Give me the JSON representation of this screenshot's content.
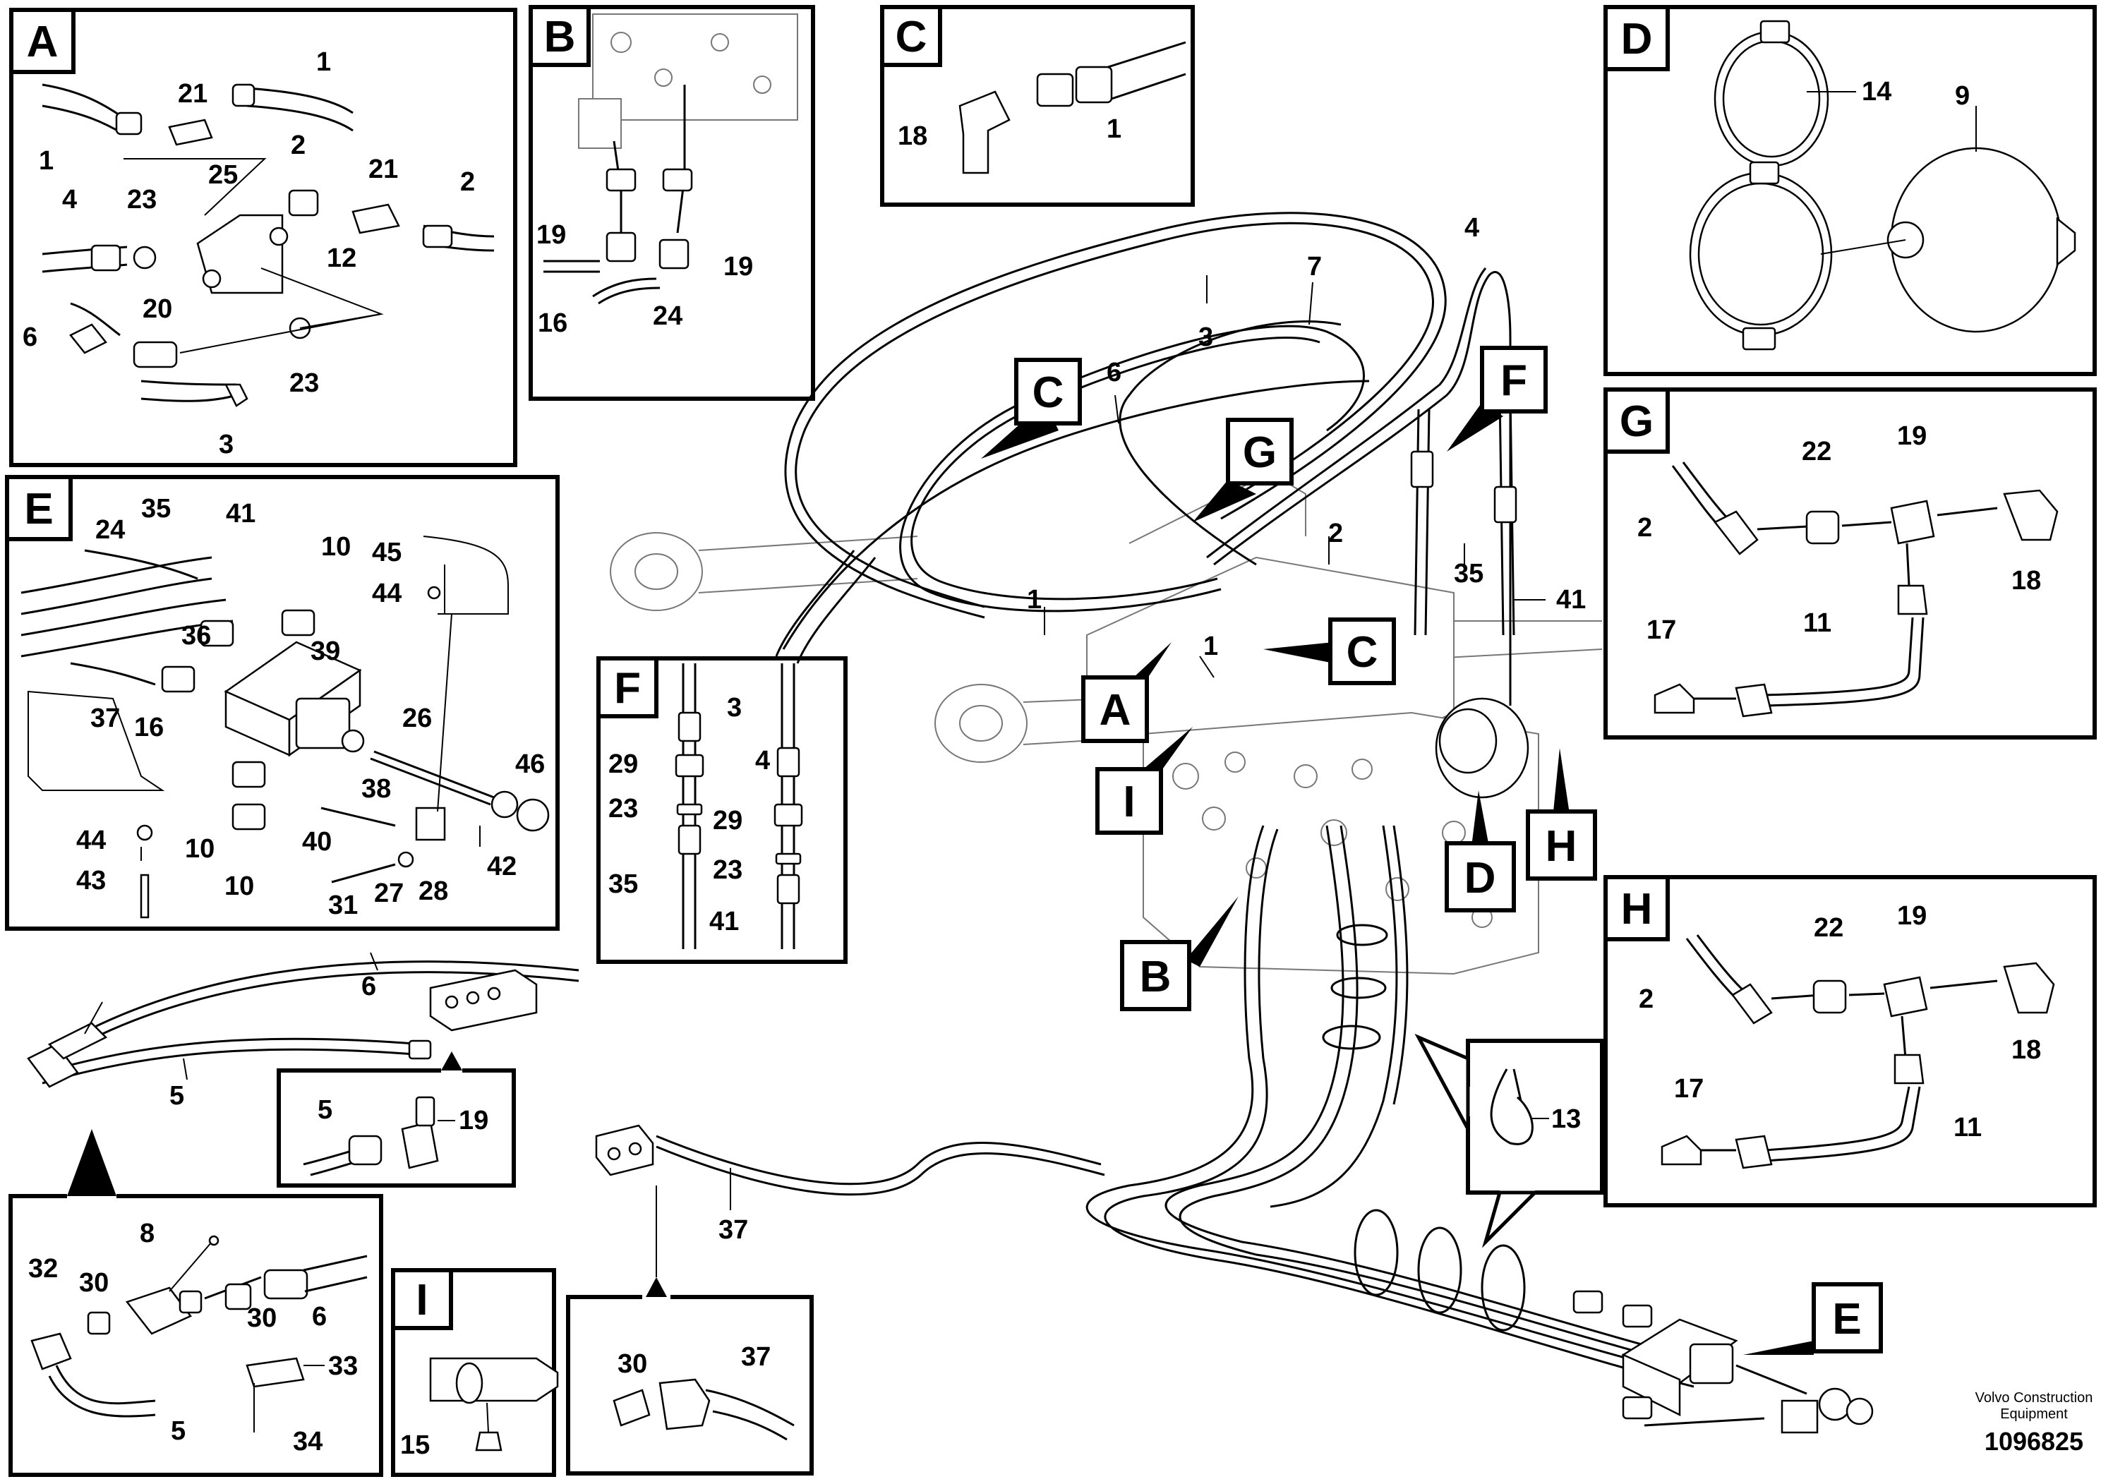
{
  "panels": {
    "A": {
      "tag": "A",
      "labels": [
        "1",
        "1",
        "21",
        "25",
        "2",
        "21",
        "2",
        "4",
        "23",
        "12",
        "6",
        "20",
        "23",
        "3"
      ]
    },
    "B": {
      "tag": "B",
      "labels": [
        "19",
        "19",
        "16",
        "24"
      ]
    },
    "C": {
      "tag": "C",
      "labels": [
        "18",
        "1"
      ]
    },
    "D": {
      "tag": "D",
      "labels": [
        "14",
        "9"
      ]
    },
    "E": {
      "tag": "E",
      "labels": [
        "24",
        "35",
        "41",
        "10",
        "45",
        "44",
        "36",
        "39",
        "37",
        "16",
        "26",
        "46",
        "38",
        "44",
        "10",
        "40",
        "43",
        "10",
        "31",
        "27",
        "28",
        "42"
      ]
    },
    "F": {
      "tag": "F",
      "labels": [
        "3",
        "29",
        "4",
        "23",
        "29",
        "35",
        "23",
        "41"
      ]
    },
    "G": {
      "tag": "G",
      "labels": [
        "22",
        "19",
        "2",
        "18",
        "17",
        "11"
      ]
    },
    "H": {
      "tag": "H",
      "labels": [
        "22",
        "19",
        "2",
        "18",
        "17",
        "11"
      ]
    },
    "I": {
      "tag": "I",
      "labels": [
        "15"
      ]
    },
    "P19": {
      "labels": [
        "5",
        "19"
      ]
    },
    "P37": {
      "labels": [
        "30",
        "37"
      ]
    },
    "P8": {
      "labels": [
        "8",
        "32",
        "30",
        "30",
        "6",
        "33",
        "5",
        "34"
      ]
    },
    "P13": {
      "labels": [
        "13"
      ]
    }
  },
  "main": {
    "labels": [
      "4",
      "3",
      "7",
      "6",
      "2",
      "35",
      "41",
      "1",
      "1",
      "6",
      "5",
      "37"
    ],
    "callouts": [
      "C",
      "G",
      "F",
      "C",
      "A",
      "I",
      "D",
      "H",
      "B",
      "E"
    ]
  },
  "footer": {
    "brand_line1": "Volvo Construction",
    "brand_line2": "Equipment",
    "drawing_number": "1096825"
  }
}
